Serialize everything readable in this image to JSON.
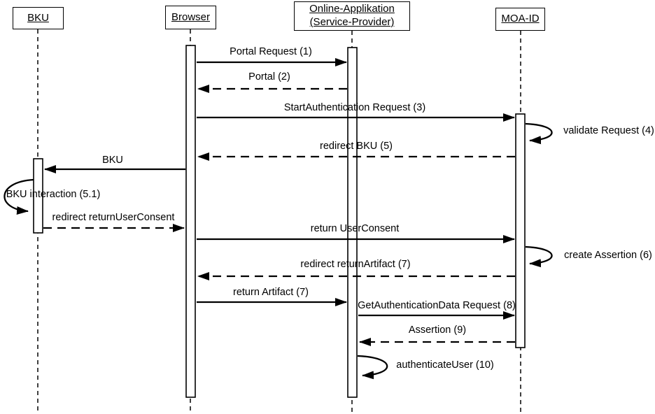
{
  "diagram": {
    "kind": "uml-sequence-diagram",
    "colors": {
      "line": "#000000",
      "background": "#ffffff",
      "text": "#000000"
    },
    "participants": [
      {
        "id": "bku",
        "label": "BKU"
      },
      {
        "id": "browser",
        "label": "Browser"
      },
      {
        "id": "online-applikation",
        "label": "Online-Applikation (Service-Provider)"
      },
      {
        "id": "moa-id",
        "label": "MOA-ID"
      }
    ],
    "messages": [
      {
        "label": "Portal Request (1)",
        "from": "browser",
        "to": "online-applikation",
        "style": "solid"
      },
      {
        "label": "Portal (2)",
        "from": "online-applikation",
        "to": "browser",
        "style": "dashed"
      },
      {
        "label": "StartAuthentication Request (3)",
        "from": "browser",
        "to": "moa-id",
        "style": "solid"
      },
      {
        "label": "validate Request (4)",
        "from": "moa-id",
        "to": "moa-id",
        "style": "self"
      },
      {
        "label": "redirect BKU (5)",
        "from": "moa-id",
        "to": "browser",
        "style": "dashed"
      },
      {
        "label": "BKU",
        "from": "browser",
        "to": "bku",
        "style": "solid"
      },
      {
        "label": "BKU interaction (5.1)",
        "from": "bku",
        "to": "bku",
        "style": "self"
      },
      {
        "label": "redirect returnUserConsent",
        "from": "bku",
        "to": "browser",
        "style": "dashed"
      },
      {
        "label": "return UserConsent",
        "from": "browser",
        "to": "moa-id",
        "style": "solid"
      },
      {
        "label": "create Assertion (6)",
        "from": "moa-id",
        "to": "moa-id",
        "style": "self"
      },
      {
        "label": "redirect returnArtifact (7)",
        "from": "moa-id",
        "to": "browser",
        "style": "dashed"
      },
      {
        "label": "return Artifact (7)",
        "from": "browser",
        "to": "online-applikation",
        "style": "solid"
      },
      {
        "label": "GetAuthenticationData Request (8)",
        "from": "online-applikation",
        "to": "moa-id",
        "style": "solid"
      },
      {
        "label": "Assertion (9)",
        "from": "moa-id",
        "to": "online-applikation",
        "style": "dashed"
      },
      {
        "label": "authenticateUser (10)",
        "from": "online-applikation",
        "to": "online-applikation",
        "style": "self"
      }
    ]
  }
}
